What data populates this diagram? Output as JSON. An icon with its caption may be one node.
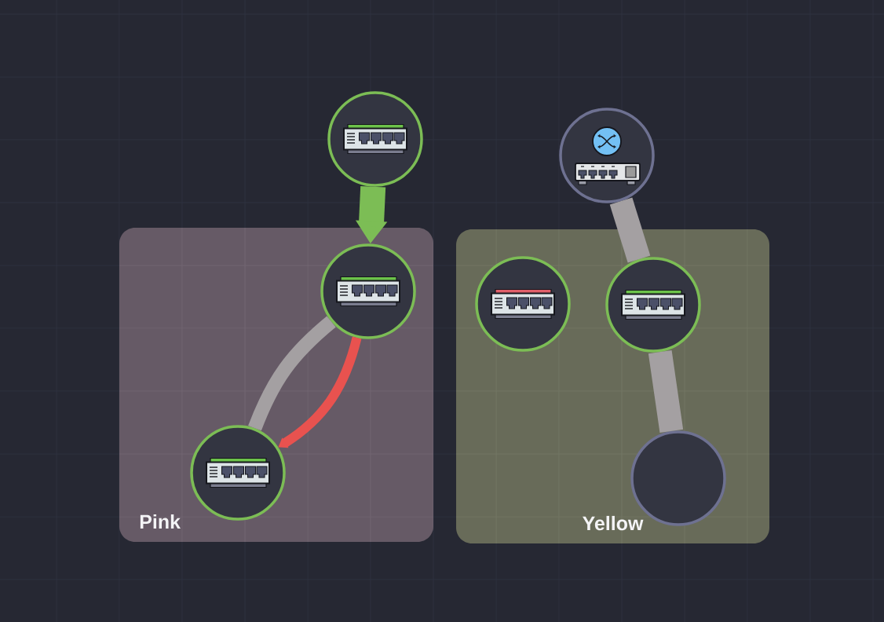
{
  "diagram": {
    "nodes": [
      {
        "text": [],
        "shape": "circle"
      },
      {
        "text": [],
        "shape": "circle"
      },
      {
        "text": [
          "Pink"
        ]
      },
      {
        "text": [],
        "shape": "circle",
        "in": 2
      },
      {
        "text": [],
        "shape": "circle",
        "in": 2
      },
      {
        "text": [
          "Yellow"
        ]
      },
      {
        "text": [],
        "shape": "circle",
        "in": 5
      },
      {
        "text": [],
        "shape": "circle",
        "in": 5
      },
      {
        "text": [],
        "shape": "circle",
        "in": 5
      }
    ],
    "edges": [
      {
        "from": 0,
        "to": 3,
        "arrow": "to",
        "color": "#7cbd55"
      },
      {
        "from": 3,
        "to": 4,
        "arrow": "none"
      },
      {
        "from": 3,
        "to": 4,
        "arrow": "to",
        "color": "#e8524f"
      },
      {
        "from": 1,
        "to": 7,
        "arrow": "none"
      },
      {
        "from": 7,
        "to": 8,
        "arrow": "none"
      }
    ]
  }
}
